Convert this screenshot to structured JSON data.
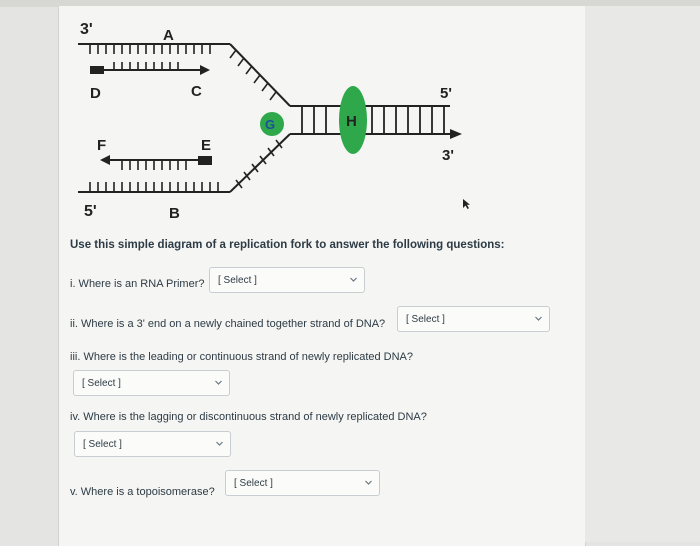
{
  "diagram": {
    "labels": {
      "three_prime_top_left": "3'",
      "A": "A",
      "D": "D",
      "C": "C",
      "five_prime_right": "5'",
      "G": "G",
      "H": "H",
      "F": "F",
      "E": "E",
      "three_prime_right": "3'",
      "five_prime_bottom_left": "5'",
      "B": "B"
    }
  },
  "intro": "Use this simple diagram of a replication fork to answer the following questions:",
  "questions": [
    {
      "label": "i. Where is an RNA Primer?",
      "selected": "[ Select ]"
    },
    {
      "label": "ii. Where is a 3' end on a newly chained together strand of DNA?",
      "selected": "[ Select ]"
    },
    {
      "label": "iii. Where is the leading or continuous strand of newly replicated DNA?",
      "selected": "[ Select ]"
    },
    {
      "label": "iv. Where is the lagging or discontinuous strand of newly replicated DNA?",
      "selected": "[ Select ]"
    },
    {
      "label": "v. Where is a topoisomerase?",
      "selected": "[ Select ]"
    }
  ],
  "colors": {
    "helicase": "#2ea84a",
    "page_bg": "#f5f5f3",
    "outer_bg": "#e4e4e2"
  },
  "icons": [
    "chevron-down-icon",
    "mouse-cursor-icon"
  ]
}
